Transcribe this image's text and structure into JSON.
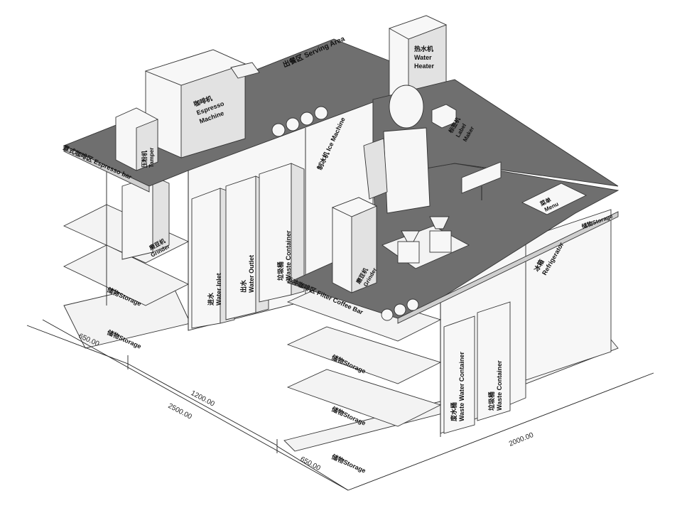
{
  "labels": {
    "serving_area": "出餐区 Serving Area",
    "water_heater_cn": "热水机",
    "water_heater_en1": "Water",
    "water_heater_en2": "Heater",
    "espresso_machine_cn": "咖啡机",
    "espresso_machine_en1": "Espresso",
    "espresso_machine_en2": "Machine",
    "tamper_cn": "压粉机",
    "tamper_en": "Tamper",
    "espresso_bar": "意式咖啡区 Espresso bar",
    "ice_machine": "制冰机 Ice Machine",
    "label_maker_cn": "标签机",
    "label_maker_en1": "Label",
    "label_maker_en2": "Maker",
    "menu_cn": "菜单",
    "menu_en": "Menu",
    "storage_top_right": "储物Storage",
    "grinder_left_cn": "磨豆机",
    "grinder_left_en": "Grinder",
    "grinder_right_cn": "磨豆机",
    "grinder_right_en": "Grinder",
    "refrigerator_cn": "冰箱",
    "refrigerator_en": "Refrigerator",
    "water_inlet_cn": "进水",
    "water_inlet_en": "Water Inlet",
    "water_outlet_cn": "出水",
    "water_outlet_en": "Water Outlet",
    "waste_container_left_cn": "垃圾桶",
    "waste_container_left_en": "Waste Container",
    "filter_coffee_bar": "手冲咖啡区 Filter Coffee Bar",
    "waste_water_cn": "废水桶",
    "waste_water_en": "Waste Water Container",
    "waste_container_right_cn": "垃圾桶",
    "waste_container_right_en": "Waste Container",
    "storage_left_1": "储物Storage",
    "storage_left_2": "储物Storage",
    "storage_right_1": "储物Storage",
    "storage_right_2": "储物Storage",
    "storage_right_3": "储物Storage"
  },
  "dimensions": {
    "d650_left": "650.00",
    "d1200": "1200.00",
    "d2500": "2500.00",
    "d650_right": "650.00",
    "d2000": "2000.00"
  },
  "colors": {
    "countertop": "#6f6f6f",
    "surface": "#f3f3f3",
    "line": "#333333"
  }
}
